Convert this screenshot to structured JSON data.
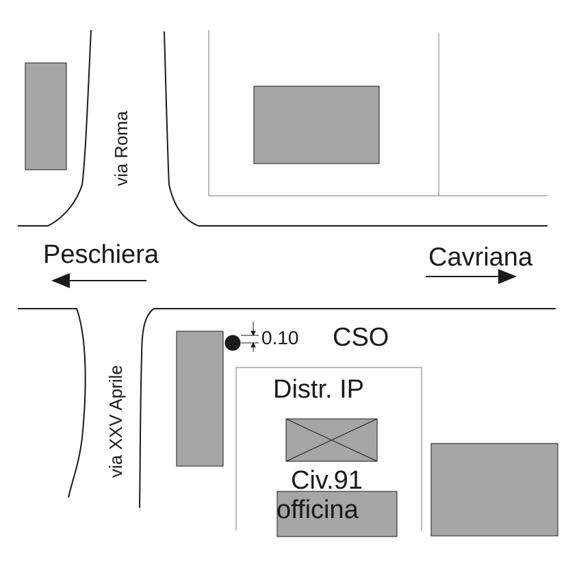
{
  "labels": {
    "via_roma": "via Roma",
    "via_xxv_aprile": "via XXV Aprile",
    "peschiera": "Peschiera",
    "cavriana": "Cavriana",
    "measure": "0.10",
    "cso": "CSO",
    "distr_ip": "Distr. IP",
    "civ": "Civ.91",
    "officina": "officina"
  },
  "colors": {
    "building_fill": "#a6a6a6",
    "line": "#1a1a1a",
    "thin_line": "#777777"
  }
}
